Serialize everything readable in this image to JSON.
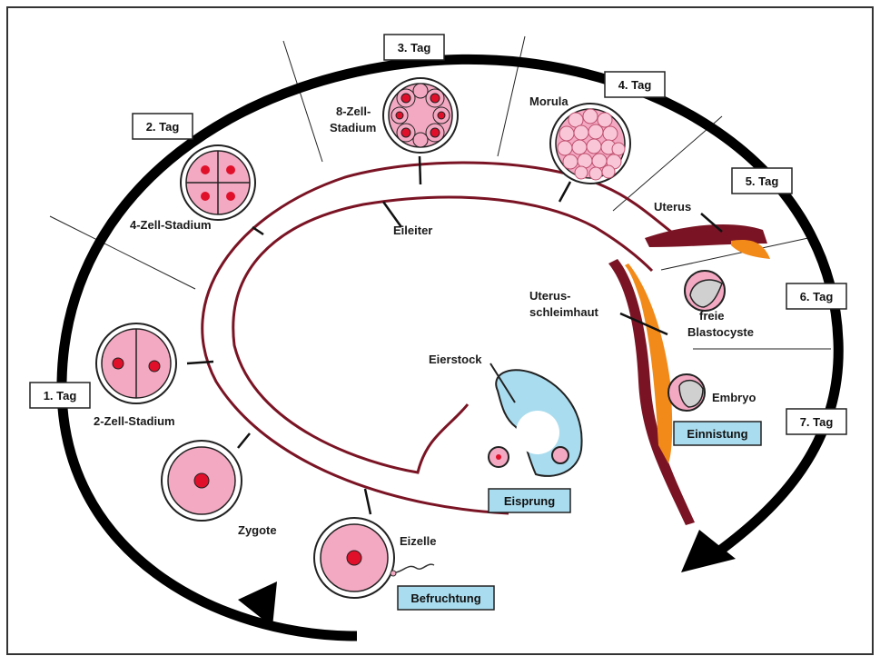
{
  "colors": {
    "tube": "#7a1424",
    "cell_fill": "#f4a9c3",
    "nucleus": "#e0102a",
    "ovary": "#a9dcee",
    "label_box_blue": "#a9dcee",
    "endometrium": "#f28a1a",
    "cycle_arrow": "#000000"
  },
  "days": {
    "day1": "1. Tag",
    "day2": "2. Tag",
    "day3": "3. Tag",
    "day4": "4. Tag",
    "day5": "5. Tag",
    "day6": "6. Tag",
    "day7": "7. Tag"
  },
  "stages": {
    "eizelle": "Eizelle",
    "zygote": "Zygote",
    "zwei_zell": "2-Zell-Stadium",
    "vier_zell": "4-Zell-Stadium",
    "acht_zell_line1": "8-Zell-",
    "acht_zell_line2": "Stadium",
    "morula": "Morula",
    "blastocyste_line1": "freie",
    "blastocyste_line2": "Blastocyste",
    "embryo": "Embryo"
  },
  "anatomy": {
    "eileiter": "Eileiter",
    "uterus": "Uterus",
    "schleimhaut_line1": "Uterus-",
    "schleimhaut_line2": "schleimhaut",
    "eierstock": "Eierstock"
  },
  "events": {
    "befruchtung": "Befruchtung",
    "eisprung": "Eisprung",
    "einnistung": "Einnistung"
  }
}
